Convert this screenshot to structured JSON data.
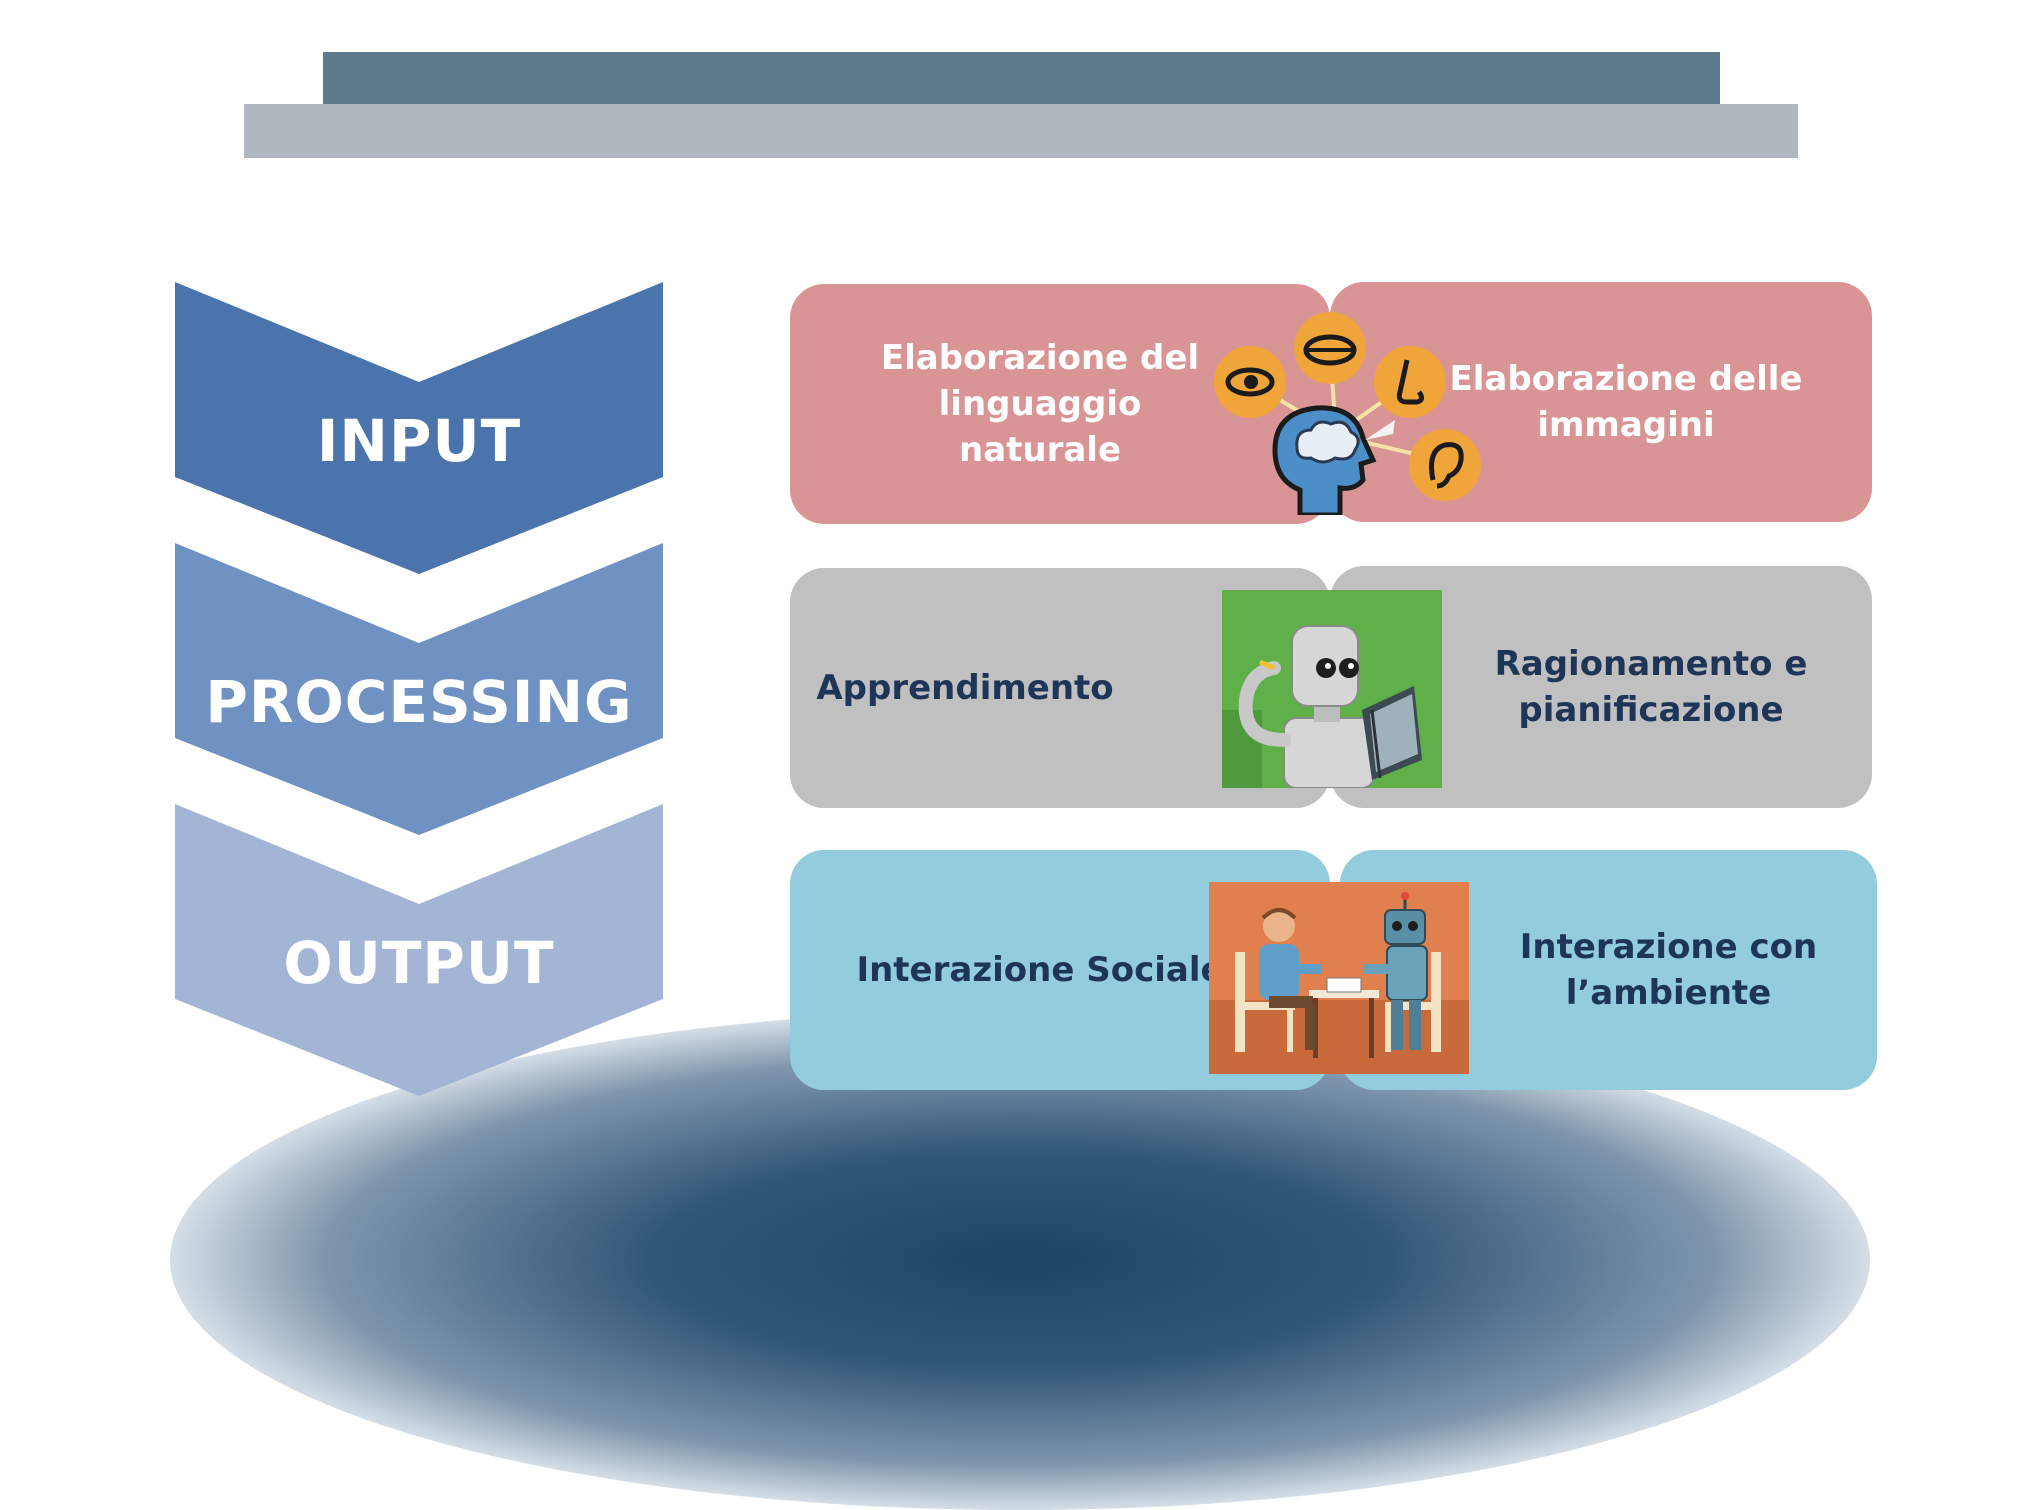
{
  "stages": [
    {
      "label": "INPUT",
      "color": "#4a74ab"
    },
    {
      "label": "PROCESSING",
      "color": "#7092c2"
    },
    {
      "label": "OUTPUT",
      "color": "#a3b5d4"
    }
  ],
  "cards": {
    "nlp": "Elaborazione del linguaggio naturale",
    "vision": "Elaborazione delle immagini",
    "learning": "Apprendimento",
    "reasoning": "Ragionamento e pianificazione",
    "social": "Interazione Sociale",
    "environment": "Interazione con l’ambiente"
  },
  "colors": {
    "input_cards": "#d99595",
    "processing_cards": "#c0c0c0",
    "output_cards": "#93ccdd",
    "card_text_dark": "#1f3558"
  },
  "icons": [
    "senses-head-icon",
    "robot-reading-illustration",
    "human-robot-chess-illustration"
  ]
}
